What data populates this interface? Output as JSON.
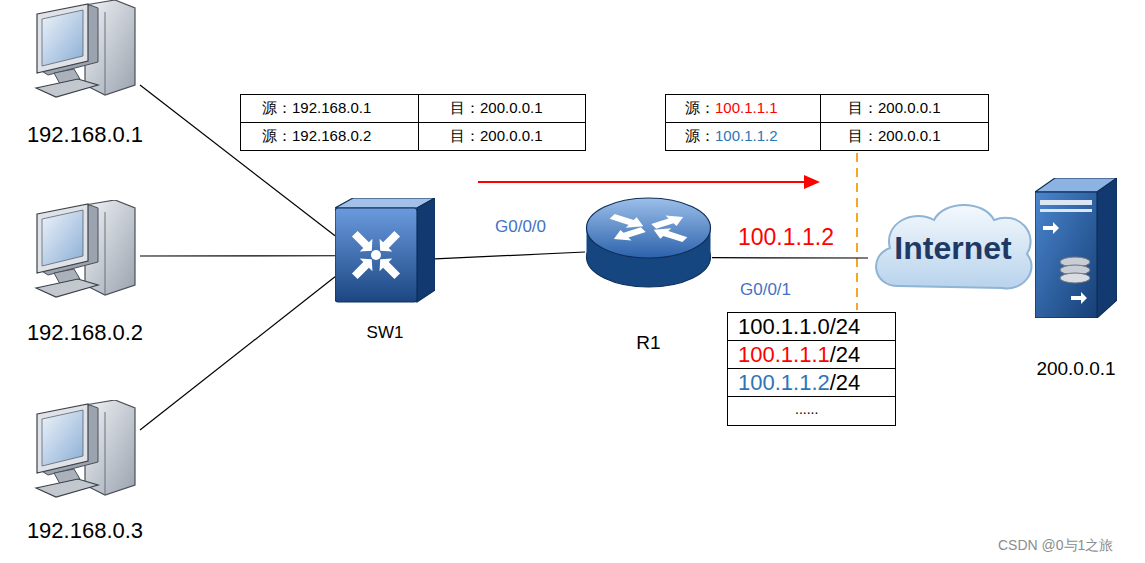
{
  "diagram": {
    "nodes": [
      {
        "text": [
          "192.168.0.1"
        ]
      },
      {
        "text": [
          "192.168.0.2"
        ]
      },
      {
        "text": [
          "192.168.0.3"
        ]
      },
      {
        "text": [
          "SW1"
        ]
      },
      {
        "text": [
          "R1"
        ]
      },
      {
        "text": [
          "Internet"
        ]
      },
      {
        "text": [
          "200.0.0.1"
        ]
      }
    ],
    "edges": [
      {
        "from": 0,
        "to": 3,
        "arrow": "none"
      },
      {
        "from": 1,
        "to": 3,
        "arrow": "none"
      },
      {
        "from": 2,
        "to": 3,
        "arrow": "none"
      },
      {
        "from": 3,
        "to": 4,
        "arrow": "none"
      },
      {
        "from": 4,
        "to": 5,
        "arrow": "none"
      }
    ],
    "labels": [
      "源：192.168.0.1",
      "目：200.0.0.1",
      "源：192.168.0.2",
      "目：200.0.0.1",
      "源：",
      "100.1.1.1",
      "目：200.0.0.1",
      "源：",
      "100.1.1.2",
      "目：200.0.0.1",
      "G0/0/0",
      "100.1.1.2",
      "G0/0/1",
      "100.1.1.0/24",
      "100.1.1.1",
      "/24",
      "100.1.1.2",
      "/24",
      "......",
      "CSDN @0与1之旅"
    ]
  }
}
